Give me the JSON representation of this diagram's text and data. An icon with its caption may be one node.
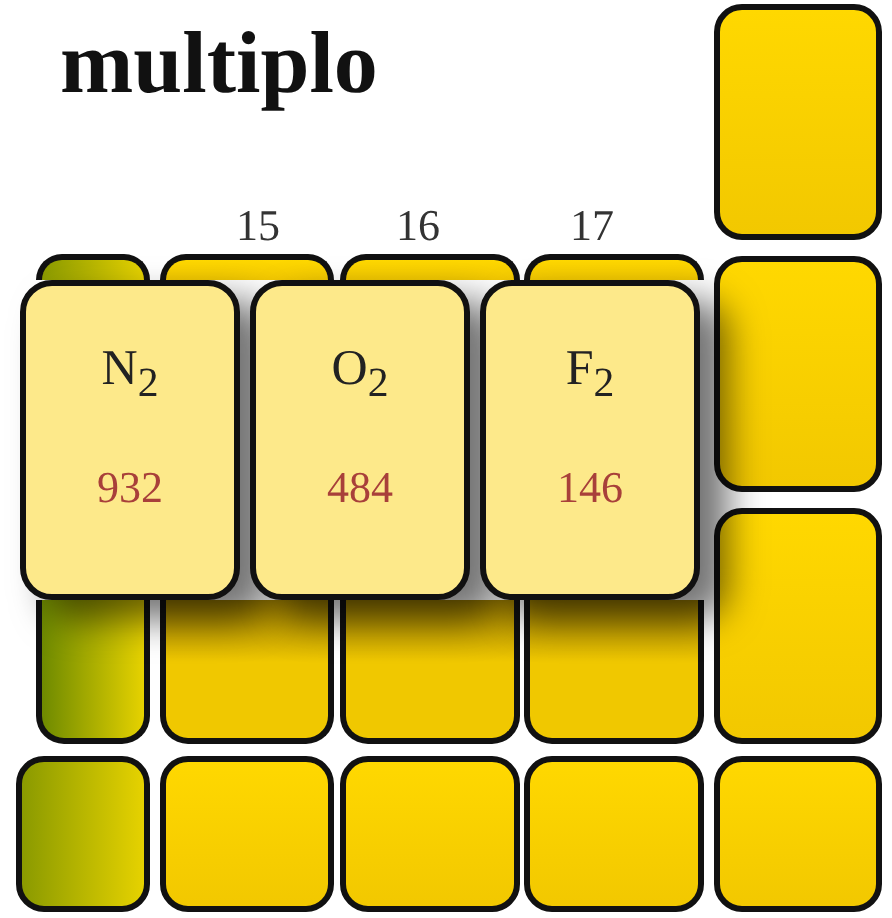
{
  "diagram": {
    "title": "multiplo",
    "nodes": [
      {
        "text": [],
        "shape": "box"
      },
      {
        "text": [],
        "shape": "box"
      },
      {
        "text": [],
        "shape": "box"
      },
      {
        "text": [],
        "shape": "box"
      },
      {
        "text": [],
        "shape": "box"
      },
      {
        "text": [],
        "shape": "box"
      },
      {
        "text": [
          "N$_{2}$",
          "932"
        ]
      },
      {
        "text": [
          "O$_{2}$",
          "484"
        ]
      },
      {
        "text": [
          "F$_{2}$",
          "146"
        ]
      },
      {
        "text": [],
        "shape": "box"
      },
      {
        "text": [],
        "shape": "box"
      },
      {
        "text": [],
        "shape": "box"
      },
      {
        "text": [],
        "shape": "box"
      },
      {
        "text": [],
        "shape": "box"
      },
      {
        "text": [],
        "shape": "box"
      },
      {
        "text": [],
        "shape": "box"
      },
      {
        "text": [],
        "shape": "box"
      },
      {
        "text": [],
        "shape": "box"
      },
      {
        "text": [],
        "shape": "box"
      }
    ],
    "edges": [],
    "labels": [
      "15",
      "16",
      "17"
    ]
  }
}
